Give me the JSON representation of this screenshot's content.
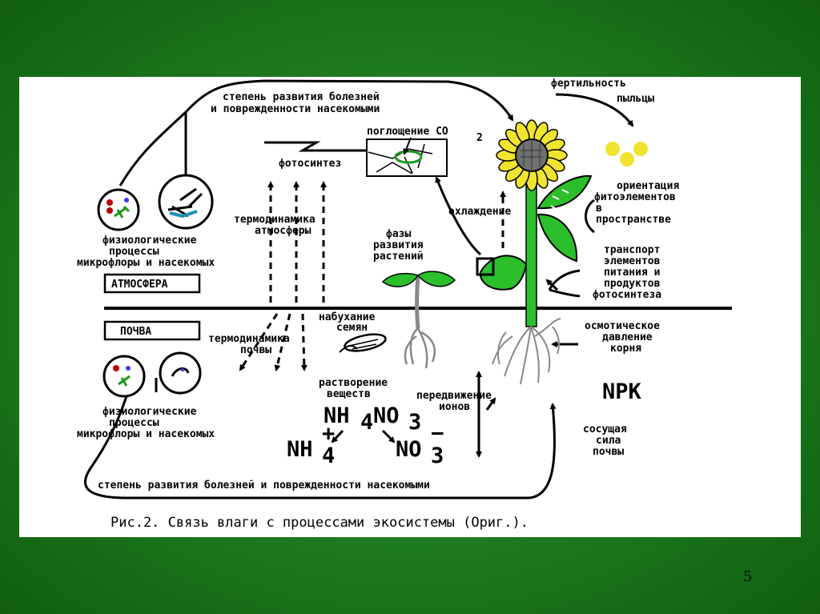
{
  "slide": {
    "page_number": "5",
    "bg_color": "#1e7a1e"
  },
  "figure": {
    "caption": "Рис.2. Связь влаги с процессами экосистемы (Ориг.).",
    "top_label": [
      "степень развития болезней",
      "и поврежденности насекомыми"
    ],
    "bottom_label": "степень развития болезней и поврежденности насекомыми",
    "fertility": [
      "фертильность",
      "пыльцы"
    ],
    "co2_absorption": "поглощение CO",
    "co2_sub": "2",
    "photosynthesis": "фотосинтез",
    "orientation": [
      "ориентация",
      "фитоэлементов",
      "в",
      "пространстве"
    ],
    "cooling": "охлаждение",
    "atmo_thermo": [
      "термодинамика",
      "атмосферы"
    ],
    "phases": [
      "фазы",
      "развития",
      "растений"
    ],
    "transport": [
      "транспорт",
      "элементов",
      "питания и",
      "продуктов",
      "фотосинтеза"
    ],
    "physio_top": [
      "физиологические",
      "процессы",
      "микрофлоры и насекомых"
    ],
    "physio_bottom": [
      "физиологические",
      "процессы",
      "микрофлоры и насекомых"
    ],
    "atmosphere": "АТМОСФЕРА",
    "soil": "ПОЧВА",
    "swelling": [
      "набухание",
      "семян"
    ],
    "soil_thermo": [
      "термодинамика",
      "почвы"
    ],
    "osmotic": [
      "осмотическое",
      "давление",
      "корня"
    ],
    "dissolution": [
      "растворение",
      "веществ"
    ],
    "movement": [
      "передвижение",
      "ионов"
    ],
    "npk": "NPK",
    "suction": [
      "сосущая",
      "сила",
      "почвы"
    ],
    "f_nh4_top": {
      "base": "NH",
      "sub": "4"
    },
    "f_no3_top": {
      "base": "NO",
      "sub": "3"
    },
    "f_nh4_bot": {
      "base": "NH",
      "sub": "4",
      "sup": "+"
    },
    "f_no3_bot": {
      "base": "NO",
      "sub": "3",
      "sup": "−"
    }
  }
}
